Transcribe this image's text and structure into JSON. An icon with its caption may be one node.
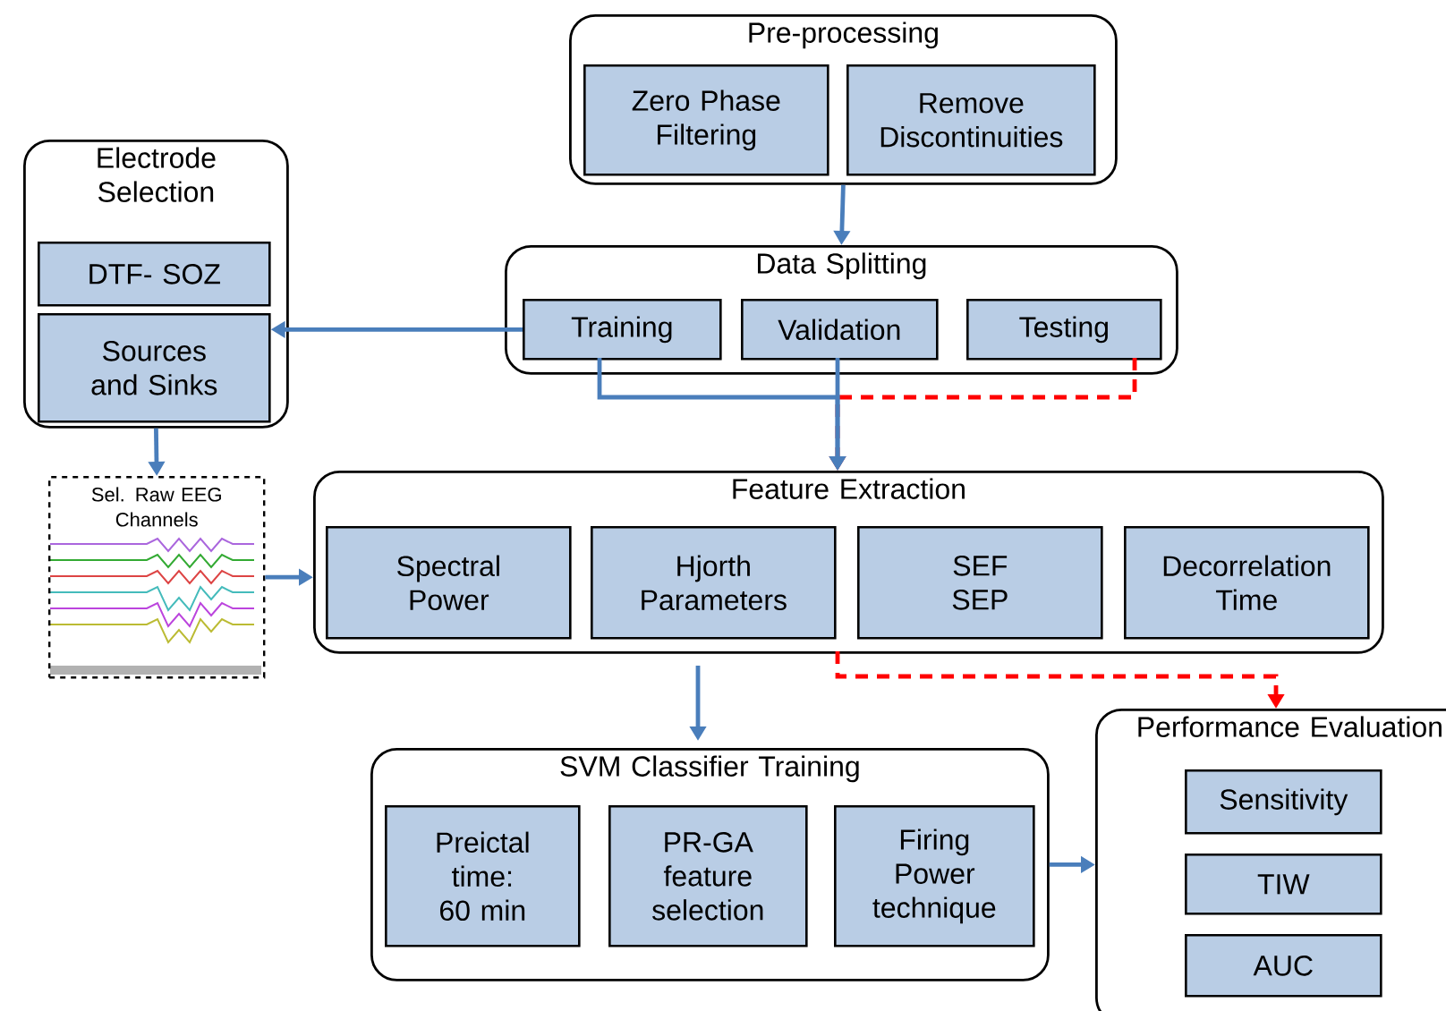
{
  "diagram": {
    "nodes": [
      {
        "text": [
          "Pre-processing"
        ]
      },
      {
        "text": [
          "Zero Phase Filtering"
        ],
        "in": 0
      },
      {
        "text": [
          "Remove Discontinuities"
        ],
        "in": 0
      },
      {
        "text": [
          "Electrode Selection"
        ]
      },
      {
        "text": [
          "DTF- SOZ"
        ],
        "in": 3
      },
      {
        "text": [
          "Sources and Sinks"
        ],
        "in": 3
      },
      {
        "text": [
          "Data Splitting"
        ]
      },
      {
        "text": [
          "Training"
        ],
        "in": 6
      },
      {
        "text": [
          "Validation"
        ],
        "in": 6
      },
      {
        "text": [
          "Testing"
        ],
        "in": 6
      },
      {
        "text": [
          "Sel. Raw EEG Channels"
        ]
      },
      {
        "text": [
          "Feature Extraction"
        ]
      },
      {
        "text": [
          "Spectral Power"
        ],
        "in": 11
      },
      {
        "text": [
          "Hjorth Parameters"
        ],
        "in": 11
      },
      {
        "text": [
          "SEF SEP"
        ],
        "in": 11
      },
      {
        "text": [
          "Decorrelation Time"
        ],
        "in": 11
      },
      {
        "text": [
          "SVM Classifier Training"
        ]
      },
      {
        "text": [
          "Preictal time: 60 min"
        ],
        "in": 16
      },
      {
        "text": [
          "PR-GA feature selection"
        ],
        "in": 16
      },
      {
        "text": [
          "Firing Power technique"
        ],
        "in": 16
      },
      {
        "text": [
          "Performance Evaluation"
        ]
      },
      {
        "text": [
          "Sensitivity"
        ],
        "in": 20
      },
      {
        "text": [
          "TIW"
        ],
        "in": 20
      },
      {
        "text": [
          "AUC"
        ],
        "in": 20
      }
    ],
    "edges": [
      {
        "from": 0,
        "to": 6,
        "arrow": "to"
      },
      {
        "from": 7,
        "to": 5,
        "arrow": "to"
      },
      {
        "from": 9,
        "to": 11,
        "arrow": "to",
        "style": "dashed",
        "color": "#ff0000"
      },
      {
        "from": 7,
        "to": 11,
        "arrow": "to"
      },
      {
        "from": 8,
        "to": 11,
        "arrow": "to"
      },
      {
        "from": 3,
        "to": 10,
        "arrow": "to"
      },
      {
        "from": 10,
        "to": 11,
        "arrow": "to"
      },
      {
        "from": 11,
        "to": 16,
        "arrow": "to"
      },
      {
        "from": 11,
        "to": 20,
        "arrow": "to",
        "style": "dashed",
        "color": "#ff0000"
      },
      {
        "from": 16,
        "to": 20,
        "arrow": "to"
      }
    ]
  }
}
